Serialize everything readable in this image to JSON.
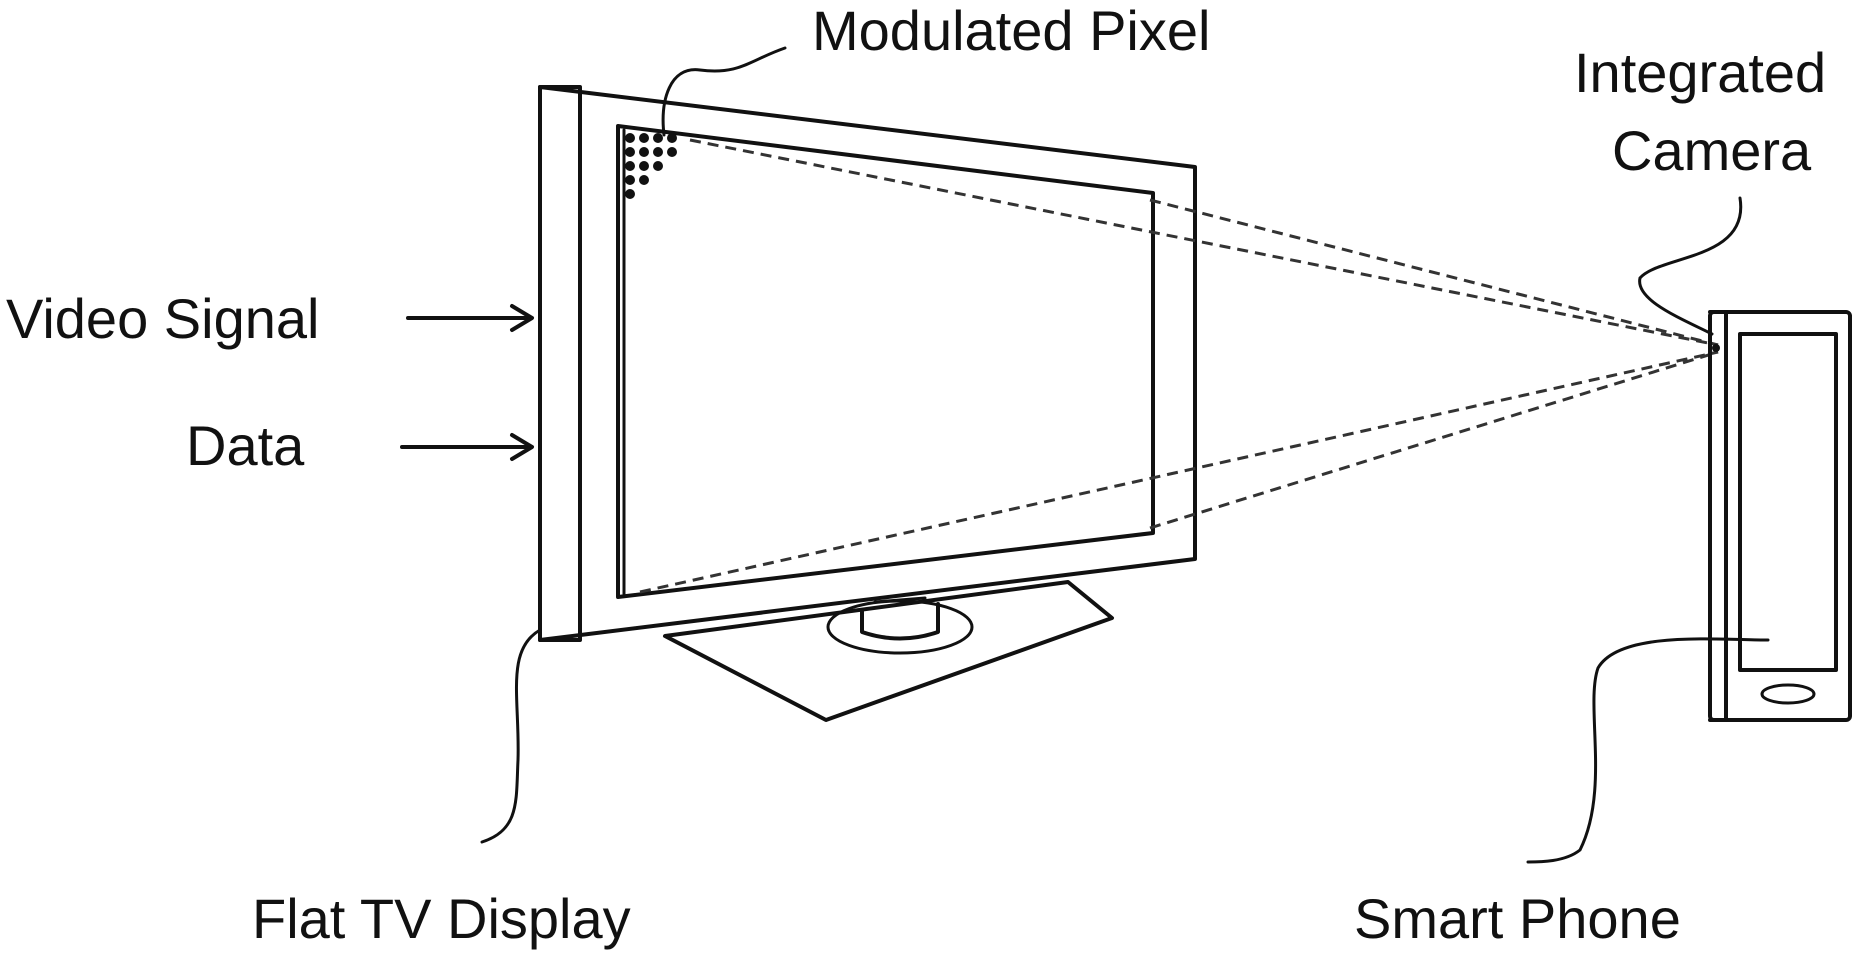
{
  "labels": {
    "modulated_pixel": "Modulated Pixel",
    "integrated_camera_line1": "Integrated",
    "integrated_camera_line2": "Camera",
    "video_signal": "Video Signal",
    "data": "Data",
    "flat_tv_display": "Flat TV Display",
    "smart_phone": "Smart Phone"
  },
  "colors": {
    "ink": "#111111",
    "dashed_rays": "#333333",
    "background": "#ffffff"
  }
}
